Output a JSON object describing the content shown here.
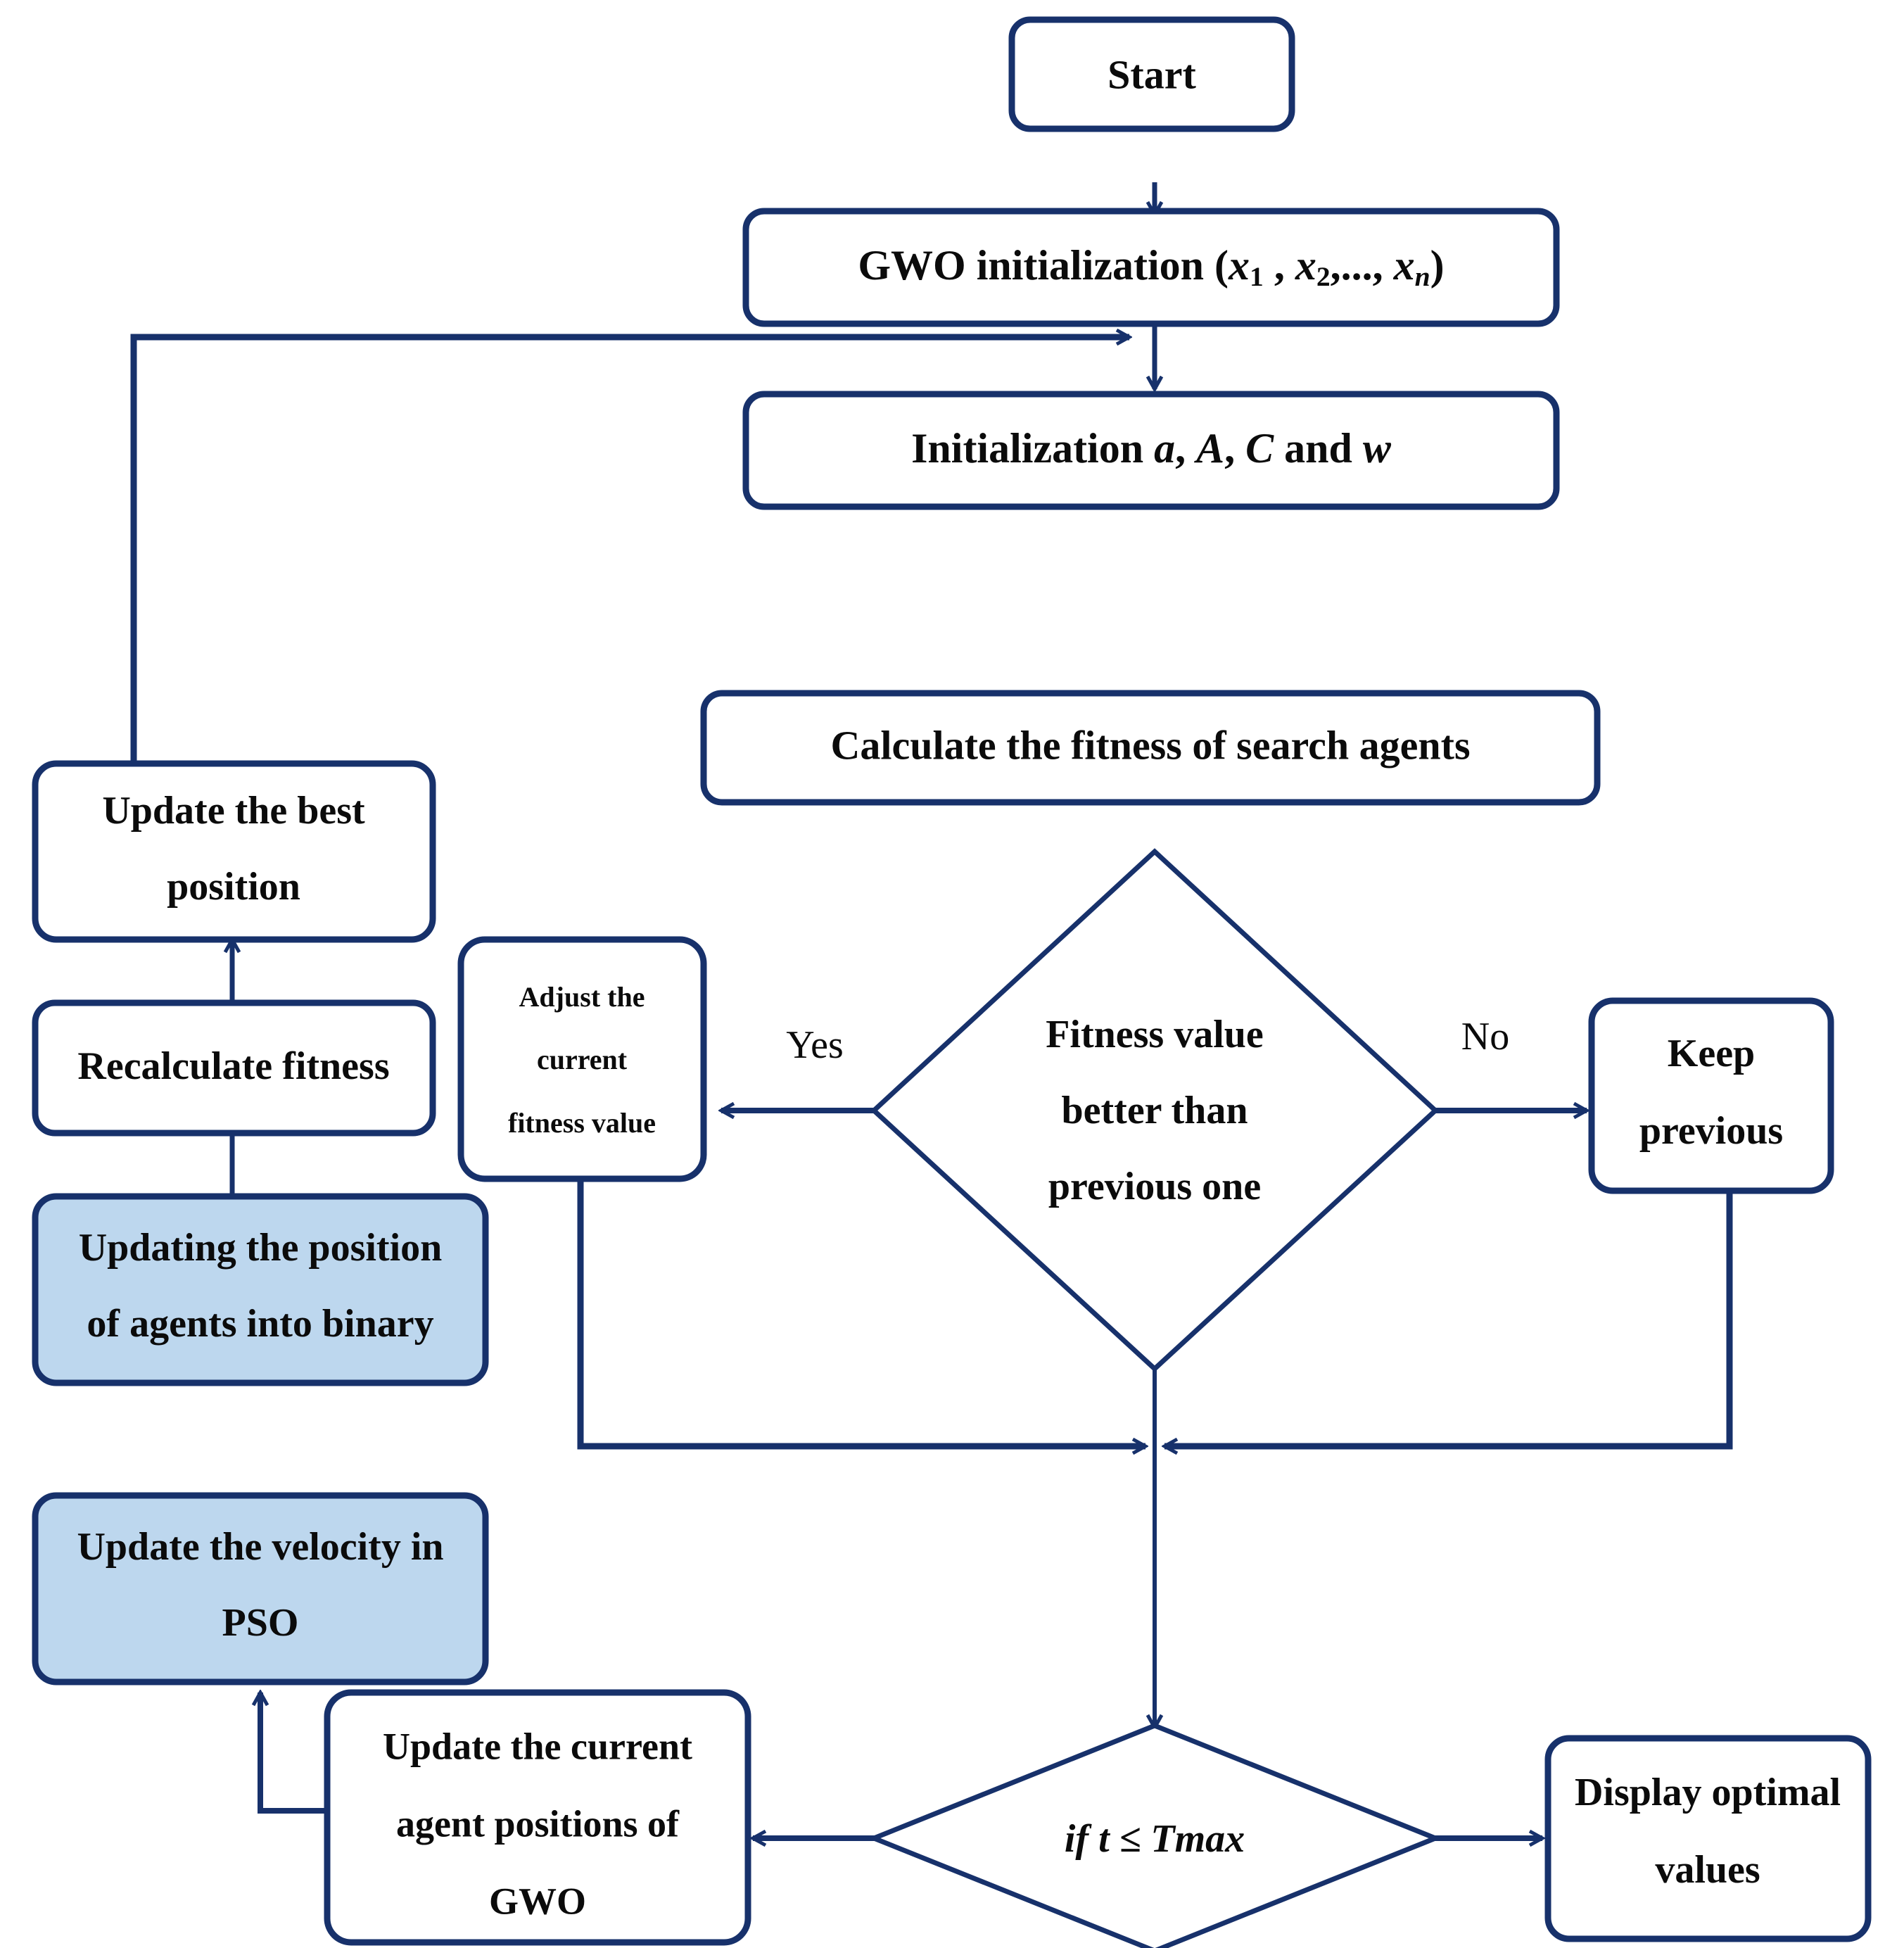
{
  "diagram": {
    "title": "Hybrid binary GWO-PSO algorithm flowchart",
    "type": "flowchart",
    "colors": {
      "stroke": "#17316b",
      "stroke_light": "#1f4e9c",
      "fill_white": "#ffffff",
      "fill_highlight": "#bdd7ee",
      "text": "#0b0b0b",
      "background": "#ffffff"
    }
  },
  "nodes": {
    "start": {
      "id": "start",
      "shape": "rounded-rect",
      "fill": "white",
      "lines": [
        "Start"
      ]
    },
    "gwo_init": {
      "id": "gwo-initialization",
      "shape": "rounded-rect",
      "fill": "white",
      "text_prefix": "GWO initialization (",
      "var1": "x",
      "sub1": "1",
      "sep1": " ,  ",
      "var2": "x",
      "sub2": "2",
      "sep2": ",..., ",
      "var3": "x",
      "sub3": "n",
      "text_suffix": ")"
    },
    "param_init": {
      "id": "parameter-initialization",
      "shape": "rounded-rect",
      "fill": "white",
      "text_prefix": "Initialization ",
      "v1": "a",
      "c1": ",  ",
      "v2": "A",
      "c2": ",  ",
      "v3": "C",
      "c3": "  and  ",
      "v4": "w"
    },
    "calc_fitness": {
      "id": "calculate-fitness",
      "shape": "rounded-rect",
      "fill": "white",
      "lines": [
        "Calculate the fitness of search agents"
      ]
    },
    "decision_fitness": {
      "id": "fitness-decision",
      "shape": "diamond",
      "fill": "white",
      "lines": [
        "Fitness value",
        "better than",
        "previous one"
      ]
    },
    "adjust_fitness": {
      "id": "adjust-current-fitness",
      "shape": "rounded-rect",
      "fill": "white",
      "lines": [
        "Adjust the",
        "current",
        "fitness value"
      ]
    },
    "keep_previous": {
      "id": "keep-previous",
      "shape": "rounded-rect",
      "fill": "white",
      "lines": [
        "Keep",
        "previous"
      ]
    },
    "update_best": {
      "id": "update-best-position",
      "shape": "rounded-rect",
      "fill": "white",
      "lines": [
        "Update the best",
        "position"
      ]
    },
    "recalc_fitness": {
      "id": "recalculate-fitness",
      "shape": "rounded-rect",
      "fill": "white",
      "lines": [
        "Recalculate  fitness"
      ]
    },
    "update_binary": {
      "id": "update-position-binary",
      "shape": "rounded-rect",
      "fill": "highlight",
      "lines": [
        "Updating the position",
        "of agents into binary"
      ]
    },
    "update_velocity": {
      "id": "update-velocity-pso",
      "shape": "rounded-rect",
      "fill": "highlight",
      "lines": [
        "Update the velocity in",
        "PSO"
      ]
    },
    "update_gwo": {
      "id": "update-gwo-positions",
      "shape": "rounded-rect",
      "fill": "white",
      "lines": [
        "Update the current",
        "agent positions of",
        "GWO"
      ]
    },
    "decision_tmax": {
      "id": "tmax-decision",
      "shape": "diamond",
      "fill": "white",
      "expr_if": "if",
      "expr_t": "t",
      "expr_op": "≤",
      "expr_tmax": "Tmax"
    },
    "display_optimal": {
      "id": "display-optimal-values",
      "shape": "rounded-rect",
      "fill": "white",
      "lines": [
        "Display optimal",
        "values"
      ]
    }
  },
  "edge_labels": {
    "yes": "Yes",
    "no": "No"
  },
  "edges": [
    {
      "from": "start",
      "to": "gwo_init",
      "label": ""
    },
    {
      "from": "gwo_init",
      "to": "param_init",
      "label": ""
    },
    {
      "from": "param_init",
      "to": "calc_fitness",
      "label": ""
    },
    {
      "from": "calc_fitness",
      "to": "decision_fitness",
      "label": ""
    },
    {
      "from": "decision_fitness",
      "to": "adjust_fitness",
      "label": "Yes"
    },
    {
      "from": "decision_fitness",
      "to": "keep_previous",
      "label": "No"
    },
    {
      "from": "adjust_fitness",
      "to": "merge_junction",
      "label": ""
    },
    {
      "from": "keep_previous",
      "to": "merge_junction",
      "label": ""
    },
    {
      "from": "decision_fitness",
      "to": "merge_junction",
      "label": ""
    },
    {
      "from": "merge_junction",
      "to": "decision_tmax",
      "label": ""
    },
    {
      "from": "decision_tmax",
      "to": "update_gwo",
      "label": ""
    },
    {
      "from": "decision_tmax",
      "to": "display_optimal",
      "label": ""
    },
    {
      "from": "update_gwo",
      "to": "update_velocity",
      "label": ""
    },
    {
      "from": "update_velocity",
      "to": "update_binary",
      "label": ""
    },
    {
      "from": "update_binary",
      "to": "recalc_fitness",
      "label": ""
    },
    {
      "from": "recalc_fitness",
      "to": "update_best",
      "label": ""
    },
    {
      "from": "update_best",
      "to": "calc_fitness",
      "label": ""
    }
  ]
}
